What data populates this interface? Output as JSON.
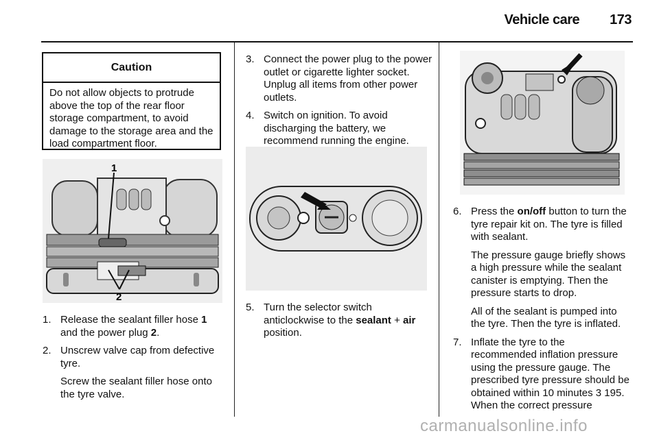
{
  "header": {
    "section": "Vehicle care",
    "page": "173"
  },
  "caution": {
    "title": "Caution",
    "text": "Do not allow objects to protrude above the top of the rear floor storage compartment, to avoid damage to the storage area and the load compartment floor."
  },
  "figure1": {
    "label1": "1",
    "label2": "2"
  },
  "col1": {
    "s1_num": "1.",
    "s1_a": "Release the sealant filler hose ",
    "s1_b": "1",
    "s1_c": " and the power plug ",
    "s1_d": "2",
    "s1_e": ".",
    "s2_num": "2.",
    "s2_text": "Unscrew valve cap from defective tyre.",
    "s2_sub": "Screw the sealant filler hose onto the tyre valve."
  },
  "col2": {
    "s3_num": "3.",
    "s3_text": "Connect the power plug to the power outlet or cigarette lighter socket. Unplug all items from other power outlets.",
    "s4_num": "4.",
    "s4_text": "Switch on ignition. To avoid discharging the battery, we recommend running the engine.",
    "s5_num": "5.",
    "s5_a": "Turn the selector switch anticlockwise to the ",
    "s5_b": "sealant",
    "s5_c": " + ",
    "s5_d": "air",
    "s5_e": " position."
  },
  "col3": {
    "s6_num": "6.",
    "s6_a": "Press the ",
    "s6_b": "on/off",
    "s6_c": " button to turn the tyre repair kit on. The tyre is filled with sealant.",
    "s6_p2": "The pressure gauge briefly shows a high pressure while the sealant canister is emptying. Then the pressure starts to drop.",
    "s6_p3": "All of the sealant is pumped into the tyre. Then the tyre is inflated.",
    "s7_num": "7.",
    "s7_a": "Inflate the tyre to the recommended inflation pressure using the pressure gauge. The prescribed tyre pressure should be obtained within 10 minutes ",
    "s7_ref": "3",
    "s7_b": " 195. When the correct pressure"
  },
  "watermark": "carmanualsonline.info"
}
